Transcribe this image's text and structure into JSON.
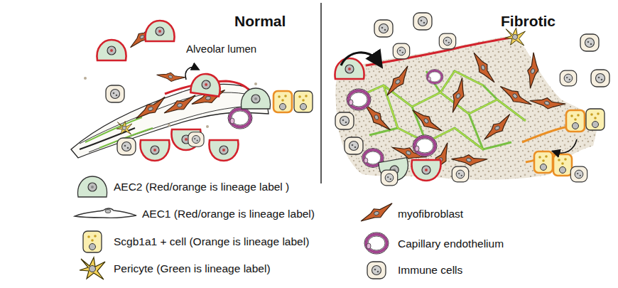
{
  "diagram": {
    "labels": [
      "Normal",
      "Fibrotic",
      "Alveolar lumen"
    ],
    "legend": [
      {
        "text": "AEC2 (Red/orange is lineage label )"
      },
      {
        "text": "AEC1 (Red/orange is lineage label)"
      },
      {
        "text": "Scgb1a1 + cell  (Orange is lineage label)"
      },
      {
        "text": "Pericyte (Green is lineage label)"
      },
      {
        "text": "myofibroblast"
      },
      {
        "text": "Capillary endothelium"
      },
      {
        "text": "Immune cells"
      }
    ]
  }
}
